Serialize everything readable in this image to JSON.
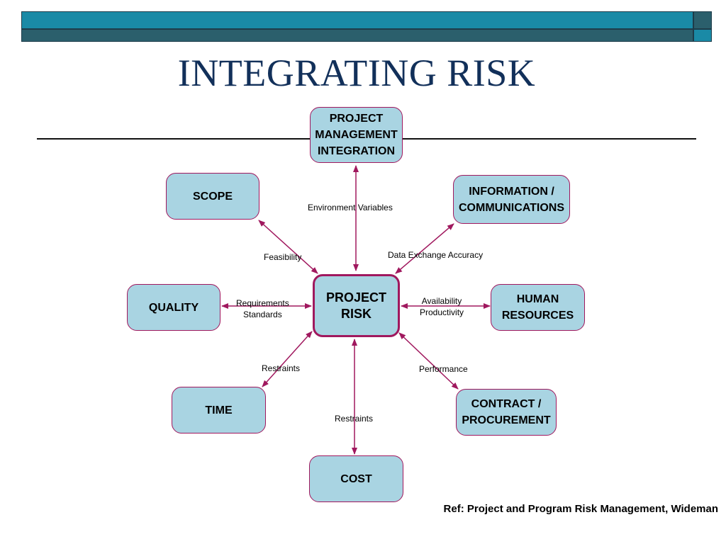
{
  "title": "INTEGRATING RISK",
  "nodes": {
    "integration": "PROJECT\nMANAGEMENT\nINTEGRATION",
    "scope": "SCOPE",
    "info": "INFORMATION /\nCOMMUNICATIONS",
    "quality": "QUALITY",
    "center": "PROJECT\nRISK",
    "hr": "HUMAN\nRESOURCES",
    "time": "TIME",
    "contract": "CONTRACT /\nPROCUREMENT",
    "cost": "COST"
  },
  "edge_labels": {
    "environment": "Environment Variables",
    "feasibility": "Feasibility",
    "data_exchange": "Data Exchange Accuracy",
    "requirements": "Requirements\nStandards",
    "availability": "Availability\nProductivity",
    "restraints_time": "Restraints",
    "performance": "Performance",
    "restraints_cost": "Restraints"
  },
  "reference": "Ref: Project and Program Risk Management, Wideman",
  "colors": {
    "node_fill": "#a9d4e2",
    "node_border": "#a0185e",
    "arrow": "#a0185e",
    "title": "#12305a",
    "band_light": "#1a8aa6",
    "band_dark": "#2b5f6c"
  }
}
